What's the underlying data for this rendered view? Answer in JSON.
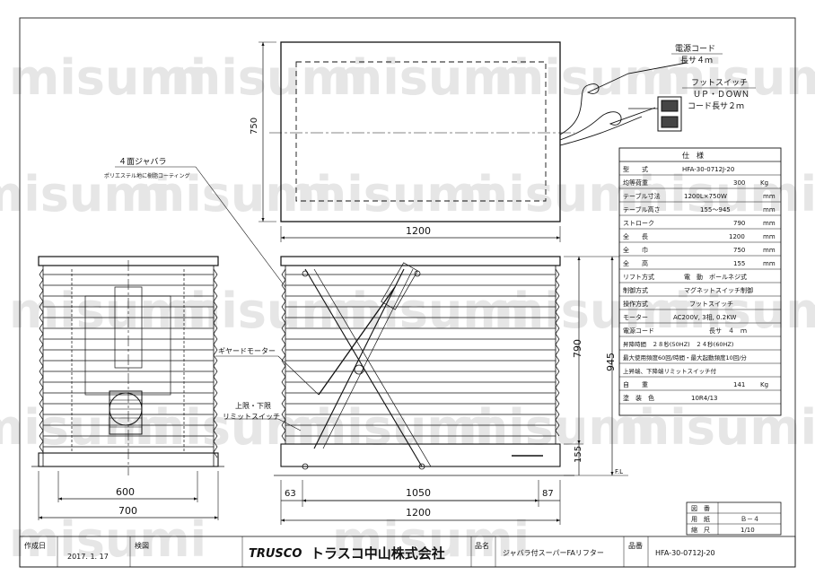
{
  "watermark": "misumi",
  "callouts": {
    "power_cord_title": "電源コード",
    "power_cord_length": "長サ４ｍ",
    "foot_switch_title": "フットスイッチ",
    "foot_switch_updown": "ＵＰ・ＤＯＷＮ",
    "foot_switch_cord": "コード長サ２ｍ",
    "bellows_title": "４面ジャバラ",
    "bellows_note": "ポリエステル地に樹脂コーティング",
    "geared_motor": "ギヤードモーター",
    "limit_switch_1": "上限・下限",
    "limit_switch_2": "リミットスイッチ",
    "fl": "F.L"
  },
  "dimensions": {
    "top_width": "1200",
    "top_depth": "750",
    "side_stroke": "790",
    "side_height": "945",
    "side_closed": "155",
    "front_inner": "600",
    "front_outer": "700",
    "side_left": "63",
    "side_center": "1050",
    "side_right": "87",
    "side_total": "1200"
  },
  "spec": {
    "title": "仕　様",
    "rows": [
      {
        "label": "型　　式",
        "value": "HFA-30-0712J-20",
        "unit": ""
      },
      {
        "label": "均等荷重",
        "value": "300",
        "unit": "Kg"
      },
      {
        "label": "テーブル寸法",
        "value": "1200L×750W",
        "unit": "mm"
      },
      {
        "label": "テーブル高さ",
        "value": "155～945",
        "unit": "mm"
      },
      {
        "label": "ストローク",
        "value": "790",
        "unit": "mm"
      },
      {
        "label": "全　　長",
        "value": "1200",
        "unit": "mm"
      },
      {
        "label": "全　　巾",
        "value": "750",
        "unit": "mm"
      },
      {
        "label": "全　　高",
        "value": "155",
        "unit": "mm"
      },
      {
        "label": "リフト方式",
        "value": "電　動　ボールネジ式",
        "unit": ""
      },
      {
        "label": "制御方式",
        "value": "マグネットスイッチ制御",
        "unit": ""
      },
      {
        "label": "操作方式",
        "value": "フットスイッチ",
        "unit": ""
      },
      {
        "label": "モーター",
        "value": "AC200V, 3相, 0.2KW",
        "unit": ""
      },
      {
        "label": "電源コード",
        "value": "長サ　４　ｍ",
        "unit": ""
      }
    ],
    "extra_lines": [
      "昇降時間　２８秒(50HZ)　２４秒(60HZ)",
      "最大使用頻度60回/時間・最大起動頻度10回/分",
      "上昇端、下降端リミットスイッチ付"
    ],
    "weight_label": "自　　重",
    "weight_value": "141",
    "weight_unit": "Kg",
    "paint_label": "塗　装　色",
    "paint_value": "10R4/13"
  },
  "drawing_info": {
    "zuban_label": "図　番",
    "zuban_value": "",
    "paper_label": "用　紙",
    "paper_value": "Ｂ－４",
    "scale_label": "縮　尺",
    "scale_value": "1/10"
  },
  "title_block": {
    "created_label": "作成日",
    "created_value": "2017. 1. 17",
    "checked_label": "検図",
    "brand_logo": "TRUSCO",
    "company": "トラスコ中山株式会社",
    "product_label": "品名",
    "product_value": "ジャバラ付スーパーFAリフター",
    "code_label": "品番",
    "code_value": "HFA-30-0712J-20"
  }
}
